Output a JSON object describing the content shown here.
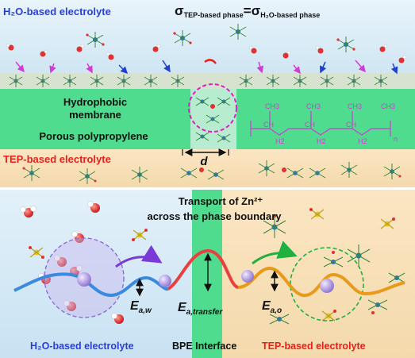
{
  "top": {
    "h2o_label": "H₂O-based electrolyte",
    "sigma_label": "σTEP-based phase=σH₂O-based phase",
    "membrane_line1": "Hydrophobic",
    "membrane_line2": "membrane",
    "membrane_line3": "Porous polypropylene",
    "d_label": "d",
    "tep_label": "TEP-based electrolyte",
    "polymer_ch3": "CH3",
    "polymer_ch": "CH",
    "polymer_h2": "H2",
    "polymer_n": "n"
  },
  "bottom": {
    "transport_line1": "Transport of Zn²⁺",
    "transport_line2": "across the phase boundary",
    "ea_w": "E",
    "ea_w_sub": "a,w",
    "ea_transfer": "E",
    "ea_transfer_sub": "a,transfer",
    "ea_o": "E",
    "ea_o_sub": "a,o",
    "footer_h2o": "H₂O-based electrolyte",
    "footer_bpe": "BPE Interface",
    "footer_tep": "TEP-based electrolyte"
  },
  "colors": {
    "h2o_blue": "#2a3fd6",
    "tep_red": "#e8201a",
    "membrane_green": "#4fdc8e",
    "sky": "#d6eaf7",
    "tan": "#f7e1b8",
    "polymer_purple": "#d43ad4",
    "dashed_magenta": "#e020c0"
  }
}
